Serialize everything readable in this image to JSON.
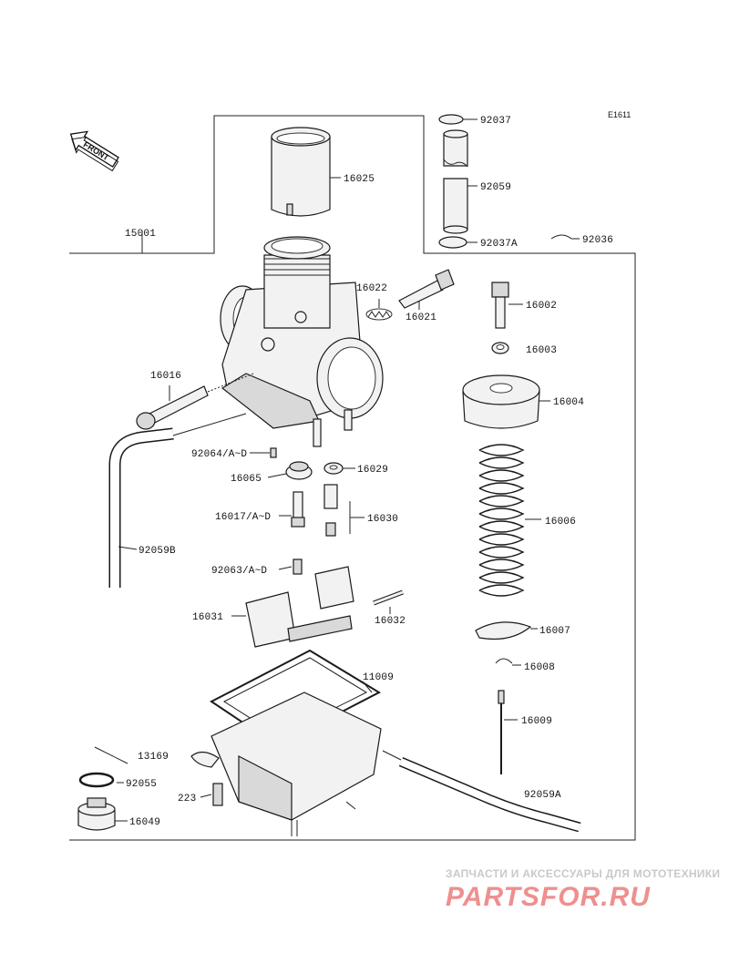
{
  "diagram": {
    "figure_code": "E1611",
    "front_marker": "FRONT",
    "labels": {
      "p92037": "92037",
      "p92059": "92059",
      "p92037A": "92037A",
      "p92036": "92036",
      "p16025": "16025",
      "p15001": "15001",
      "p16022": "16022",
      "p16021": "16021",
      "p16002": "16002",
      "p16003": "16003",
      "p16016": "16016",
      "p16004": "16004",
      "p92064": "92064/A~D",
      "p16029": "16029",
      "p16065": "16065",
      "p16017": "16017/A~D",
      "p16030": "16030",
      "p16006": "16006",
      "p92059B": "92059B",
      "p92063": "92063/A~D",
      "p16031": "16031",
      "p16032": "16032",
      "p16007": "16007",
      "p11009": "11009",
      "p16008": "16008",
      "p16009": "16009",
      "p13169": "13169",
      "p92055": "92055",
      "p223": "223",
      "p92059A": "92059A",
      "p16049": "16049"
    }
  },
  "watermark": {
    "tagline": "ЗАПЧАСТИ И АКСЕССУАРЫ ДЛЯ МОТОТЕХНИКИ",
    "brand": "PARTSFOR.RU"
  }
}
